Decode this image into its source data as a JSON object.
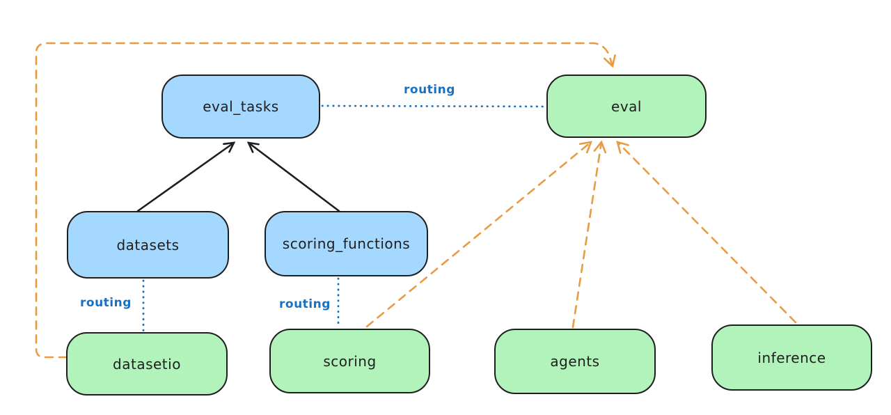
{
  "diagram": {
    "background": "#ffffff",
    "colors": {
      "node_border": "#1e1e1e",
      "api_fill_blue": "#a5d8ff",
      "provider_fill_green": "#b2f2bb",
      "routing_label_blue": "#1971c2",
      "dashed_arrow_orange": "#ea9a42",
      "solid_arrow_black": "#1e1e1e"
    },
    "nodes": [
      {
        "id": "eval_tasks",
        "label": "eval_tasks",
        "fill": "blue"
      },
      {
        "id": "eval",
        "label": "eval",
        "fill": "green"
      },
      {
        "id": "datasets",
        "label": "datasets",
        "fill": "blue"
      },
      {
        "id": "scoring_functions",
        "label": "scoring_functions",
        "fill": "blue"
      },
      {
        "id": "datasetio",
        "label": "datasetio",
        "fill": "green"
      },
      {
        "id": "scoring",
        "label": "scoring",
        "fill": "green"
      },
      {
        "id": "agents",
        "label": "agents",
        "fill": "green"
      },
      {
        "id": "inference",
        "label": "inference",
        "fill": "green"
      }
    ],
    "edges": [
      {
        "from": "datasets",
        "to": "eval_tasks",
        "style": "solid-black-arrow",
        "label": ""
      },
      {
        "from": "scoring_functions",
        "to": "eval_tasks",
        "style": "solid-black-arrow",
        "label": ""
      },
      {
        "from": "eval_tasks",
        "to": "eval",
        "style": "dotted-blue",
        "label": "routing"
      },
      {
        "from": "datasets",
        "to": "datasetio",
        "style": "dotted-blue",
        "label": "routing"
      },
      {
        "from": "scoring_functions",
        "to": "scoring",
        "style": "dotted-blue",
        "label": "routing"
      },
      {
        "from": "datasetio",
        "to": "eval",
        "style": "dashed-orange-arrow",
        "label": ""
      },
      {
        "from": "scoring",
        "to": "eval",
        "style": "dashed-orange-arrow",
        "label": ""
      },
      {
        "from": "agents",
        "to": "eval",
        "style": "dashed-orange-arrow",
        "label": ""
      },
      {
        "from": "inference",
        "to": "eval",
        "style": "dashed-orange-arrow",
        "label": ""
      }
    ]
  }
}
